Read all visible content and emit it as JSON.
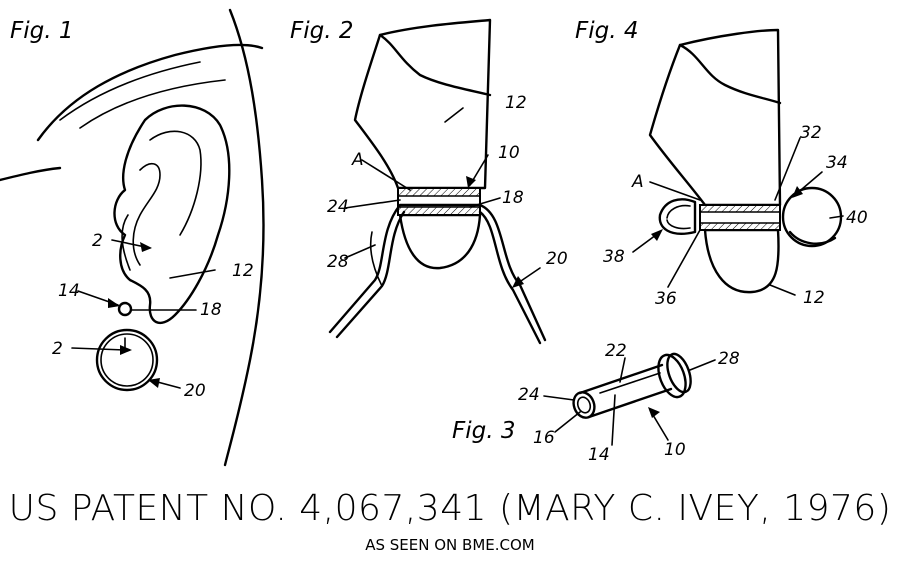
{
  "figures": {
    "fig1": "Fig. 1",
    "fig2": "Fig. 2",
    "fig3": "Fig. 3",
    "fig4": "Fig. 4"
  },
  "labels": {
    "fig1": [
      "2",
      "12",
      "14",
      "18",
      "2",
      "20"
    ],
    "fig2": [
      "12",
      "A",
      "10",
      "24",
      "18",
      "28",
      "20"
    ],
    "fig3": [
      "22",
      "28",
      "24",
      "16",
      "14",
      "10"
    ],
    "fig4": [
      "32",
      "34",
      "A",
      "40",
      "38",
      "36",
      "12"
    ]
  },
  "caption": {
    "title": "US PATENT NO. 4,067,341 (MARY C. IVEY, 1976)",
    "subtitle": "AS SEEN ON BME.COM"
  }
}
